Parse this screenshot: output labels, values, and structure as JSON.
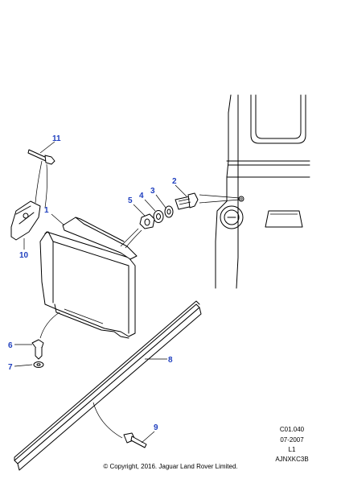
{
  "callouts": {
    "c1": "1",
    "c2": "2",
    "c3": "3",
    "c4": "4",
    "c5": "5",
    "c6": "6",
    "c7": "7",
    "c8": "8",
    "c9": "9",
    "c10": "10",
    "c11": "11"
  },
  "info": {
    "code": "C01.040",
    "date": "07-2007",
    "level": "L1",
    "ref": "AJNXKC3B",
    "copyright": "© Copyright, 2016. Jaguar Land Rover Limited."
  },
  "colors": {
    "callout": "#1f3fbf",
    "line": "#000000"
  }
}
